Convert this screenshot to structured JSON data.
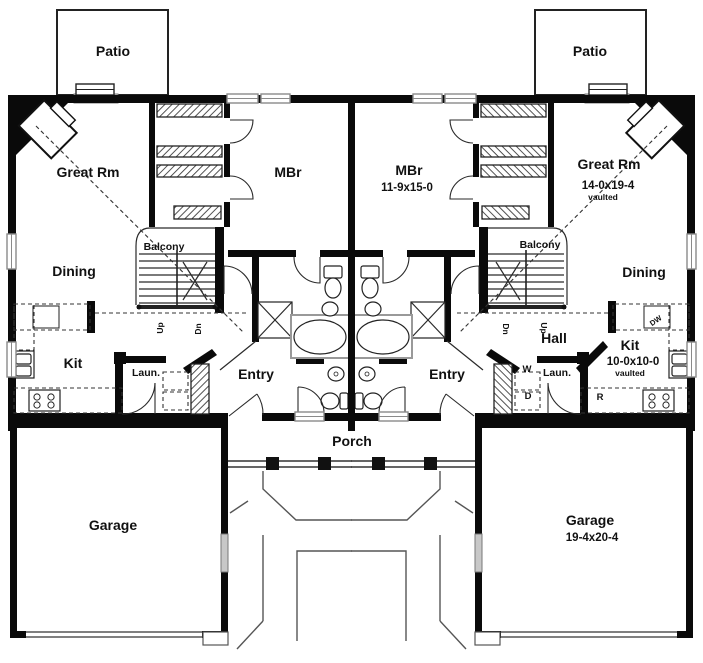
{
  "plan_type": "duplex-floor-plan",
  "colors": {
    "wall": "#0a0a0a",
    "line": "#333333",
    "window_fill": "#c8c8c8",
    "text": "#111111",
    "background": "#ffffff"
  },
  "unit_left": {
    "patio": "Patio",
    "great_rm": "Great Rm",
    "mbr": "MBr",
    "balcony": "Balcony",
    "dining": "Dining",
    "kit": "Kit",
    "laun": "Laun.",
    "entry": "Entry",
    "garage": "Garage",
    "up": "Up",
    "dn": "Dn"
  },
  "unit_right": {
    "patio": "Patio",
    "great_rm": "Great Rm",
    "great_rm_dims": "14-0x19-4",
    "great_rm_note": "vaulted",
    "mbr": "MBr",
    "mbr_dims": "11-9x15-0",
    "balcony": "Balcony",
    "dining": "Dining",
    "hall": "Hall",
    "kit": "Kit",
    "kit_dims": "10-0x10-0",
    "kit_note": "vaulted",
    "laun": "Laun.",
    "washer": "W",
    "dryer": "D",
    "dishwasher": "DW",
    "range": "R",
    "entry": "Entry",
    "garage": "Garage",
    "garage_dims": "19-4x20-4",
    "up": "Up",
    "dn": "Dn"
  },
  "shared": {
    "porch": "Porch"
  }
}
